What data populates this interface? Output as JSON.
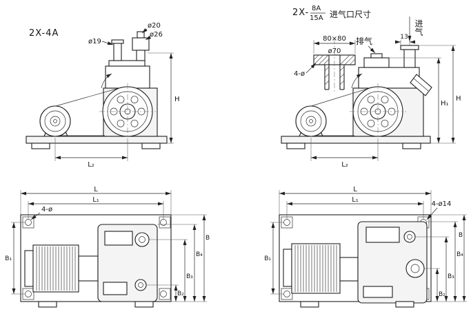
{
  "views": {
    "v4a": {
      "model": "2X-4A",
      "dia19": "ø19",
      "dia20": "ø20",
      "dia26": "ø26",
      "h": "H",
      "l2": "L₂"
    },
    "v8a": {
      "model_prefix": "2X-",
      "model_top": "8A",
      "model_bottom": "15A",
      "title": "进气口尺寸",
      "square": "80×80",
      "dia70": "ø70",
      "holes": "4-ø",
      "exhaust": "排气",
      "offset13": "13",
      "intake": "进气",
      "h": "H",
      "h1": "H₁",
      "l2": "L₂"
    },
    "p4a": {
      "l": "L",
      "l1": "L₁",
      "holes": "4-ø",
      "b": "B",
      "b1": "B₁",
      "b2": "B₂",
      "b3": "B₃",
      "b4": "B₄"
    },
    "p8a": {
      "l": "L",
      "l1": "L₁",
      "holes": "4-ø14",
      "b": "B",
      "b1": "B₁",
      "b2": "B₂",
      "b3": "B₃",
      "b4": "B₄"
    }
  }
}
